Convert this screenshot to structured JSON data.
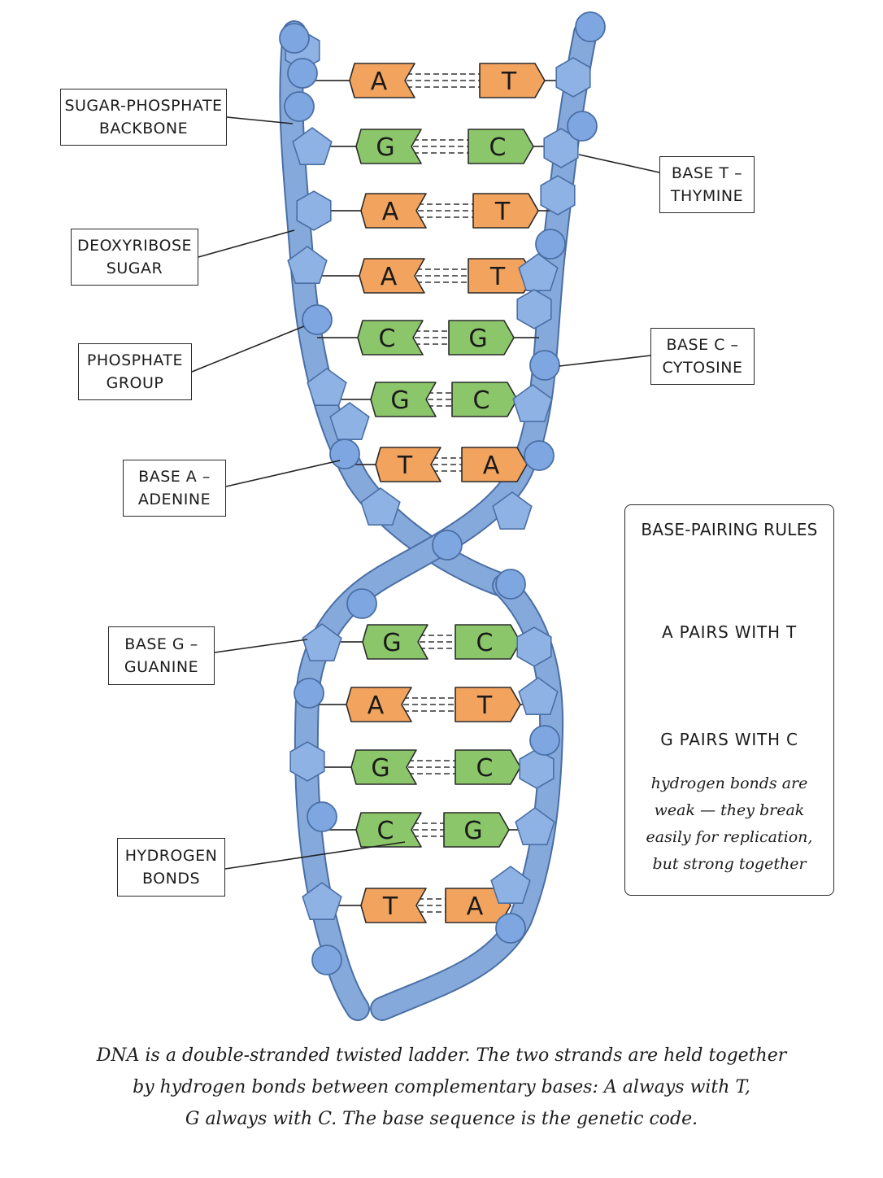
{
  "labels": {
    "backbone": [
      "SUGAR-PHOSPHATE",
      "BACKBONE"
    ],
    "sugar": [
      "DEOXYRIBOSE",
      "SUGAR"
    ],
    "phosphate": [
      "PHOSPHATE",
      "GROUP"
    ],
    "adenine": [
      "BASE A –",
      "ADENINE"
    ],
    "guanine": [
      "BASE G –",
      "GUANINE"
    ],
    "hbonds": [
      "HYDROGEN",
      "BONDS"
    ],
    "thymine": [
      "BASE T –",
      "THYMINE"
    ],
    "cytosine": [
      "BASE C –",
      "CYTOSINE"
    ]
  },
  "legend": {
    "title": "BASE-PAIRING RULES",
    "pair1": {
      "left": "A",
      "right": "T",
      "rule": "A PAIRS WITH T"
    },
    "pair2": {
      "left": "G",
      "right": "C",
      "rule": "G PAIRS WITH C"
    },
    "note": [
      "hydrogen bonds are",
      "weak — they break",
      "easily for replication,",
      "but strong together"
    ]
  },
  "caption": [
    "DNA is a double-stranded twisted ladder. The two strands are held together",
    "by hydrogen bonds between complementary bases: A always with T,",
    "G always with C. The base sequence is the genetic code."
  ],
  "base_pairs": [
    {
      "left": "A",
      "right": "T"
    },
    {
      "left": "G",
      "right": "C"
    },
    {
      "left": "A",
      "right": "T"
    },
    {
      "left": "A",
      "right": "T"
    },
    {
      "left": "C",
      "right": "G"
    },
    {
      "left": "G",
      "right": "C"
    },
    {
      "left": "T",
      "right": "A"
    },
    {
      "left": "G",
      "right": "C"
    },
    {
      "left": "A",
      "right": "T"
    },
    {
      "left": "G",
      "right": "C"
    },
    {
      "left": "C",
      "right": "G"
    },
    {
      "left": "T",
      "right": "A"
    }
  ],
  "colors": {
    "strand": "#7fa3d6",
    "strand_dark": "#4a6fa5",
    "phosphate": "#7ea6e0",
    "sugar": "#8fb2e4",
    "purine_orange": "#f2a35e",
    "green": "#8cc66a",
    "outline": "#2b2b2b"
  }
}
